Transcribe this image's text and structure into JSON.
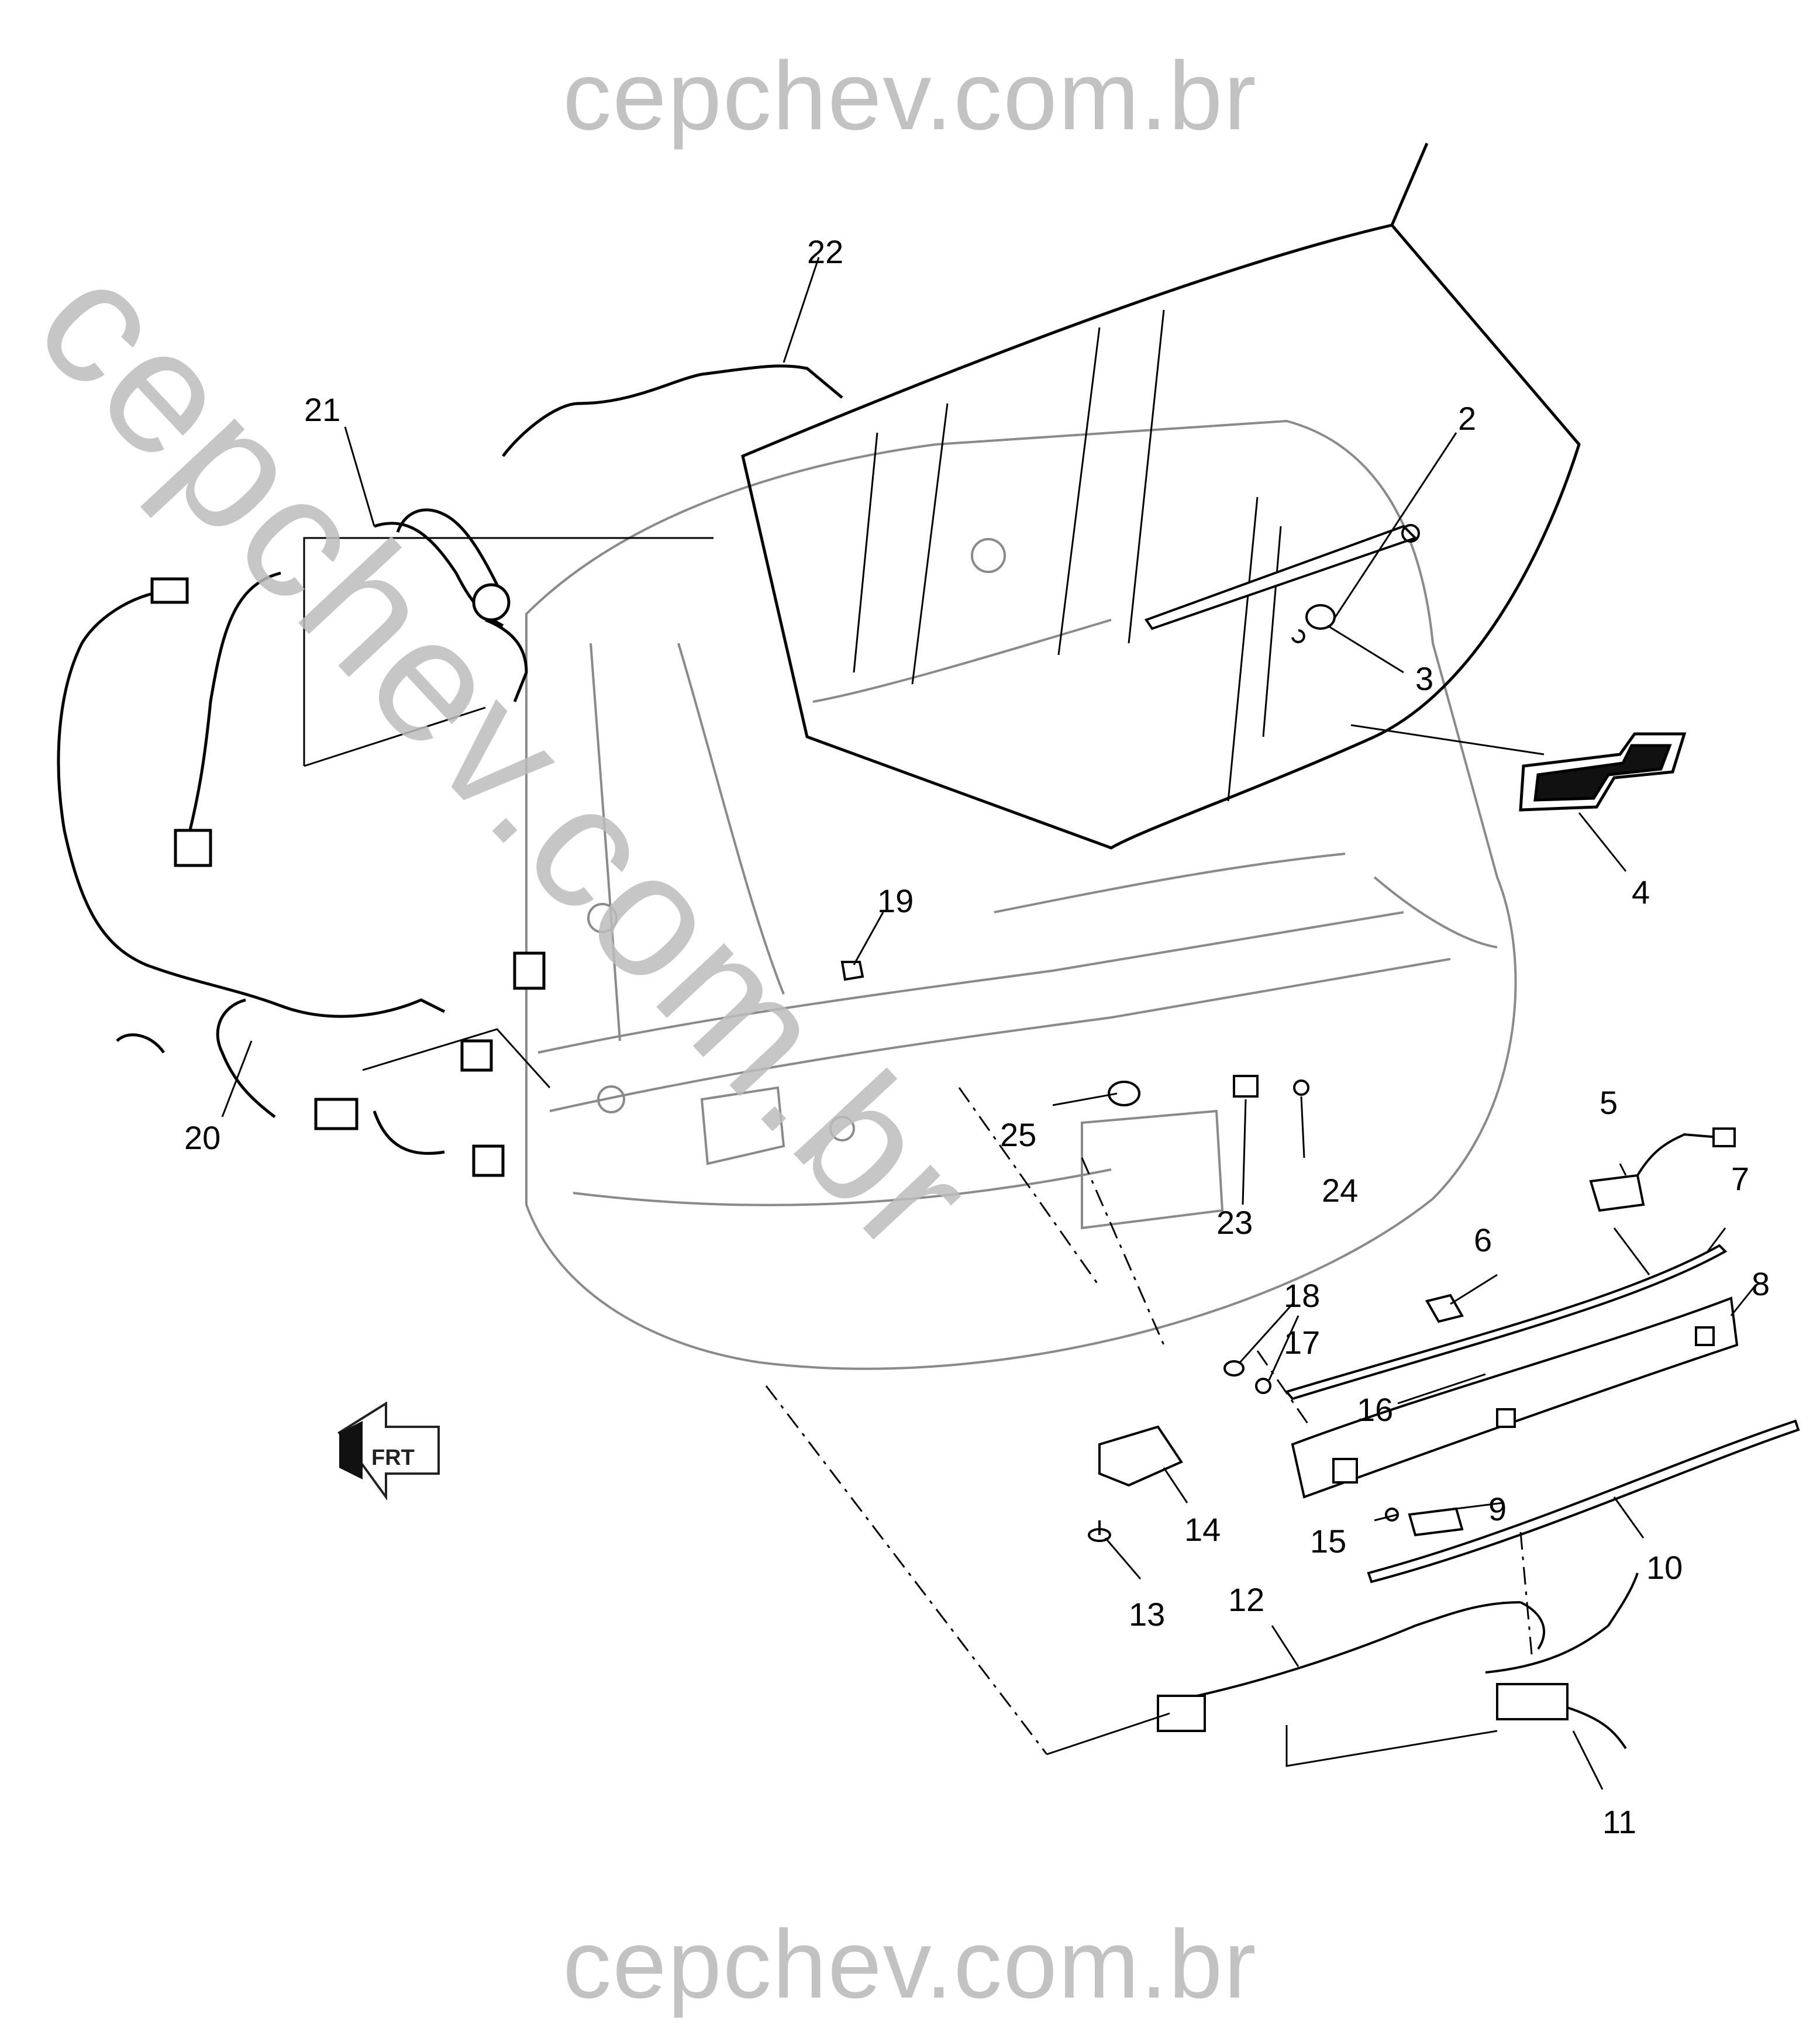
{
  "watermark": {
    "top": "cepchev.com.br",
    "bottom": "cepchev.com.br",
    "diagonal": "cepchev.com.br"
  },
  "front_indicator": "FRT",
  "callouts": {
    "c2": "2",
    "c3": "3",
    "c4": "4",
    "c5": "5",
    "c6": "6",
    "c7": "7",
    "c8": "8",
    "c9": "9",
    "c10": "10",
    "c11": "11",
    "c12": "12",
    "c13": "13",
    "c14": "14",
    "c15": "15",
    "c16": "16",
    "c17": "17",
    "c18": "18",
    "c19": "19",
    "c20": "20",
    "c21": "21",
    "c22": "22",
    "c23": "23",
    "c24": "24",
    "c25": "25"
  },
  "colors": {
    "line": "#000000",
    "light_line": "#7a7a7a",
    "watermark": "#c2c2c2"
  }
}
